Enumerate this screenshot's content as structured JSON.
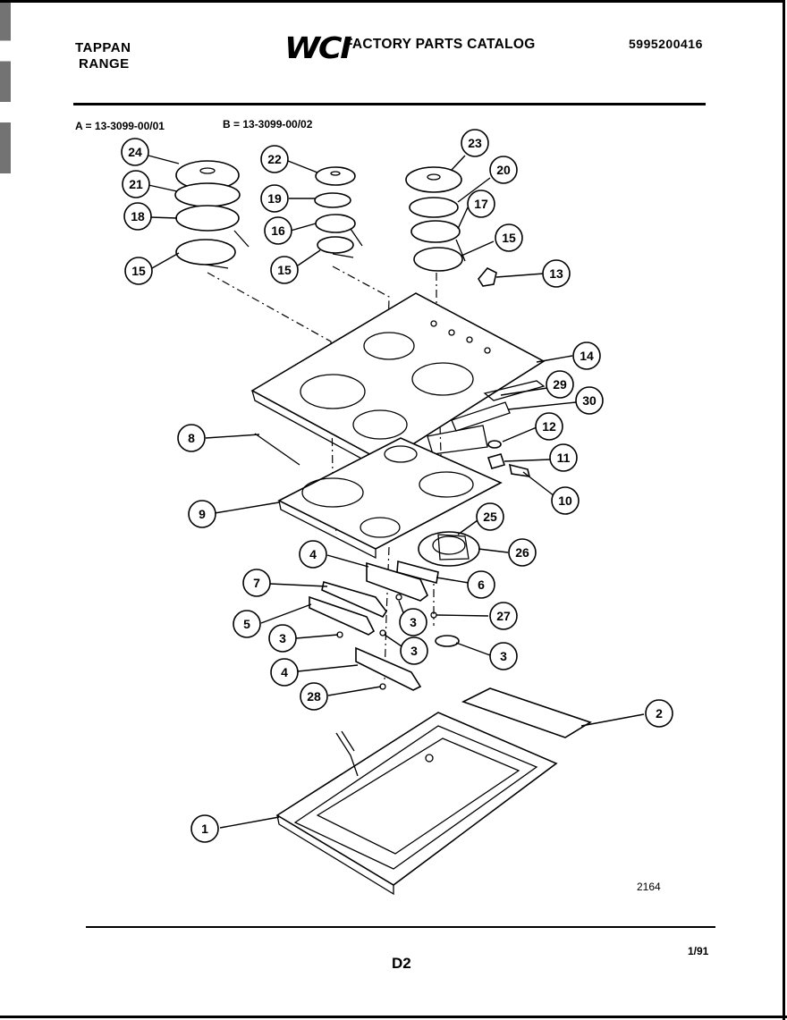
{
  "header": {
    "brand": "TAPPAN",
    "product": "RANGE",
    "logo": "WCI",
    "catalog_title": "FACTORY PARTS CATALOG",
    "catalog_number": "5995200416"
  },
  "models": {
    "a": "A = 13-3099-00/01",
    "b": "B = 13-3099-00/02"
  },
  "callouts": [
    "24",
    "21",
    "18",
    "15",
    "22",
    "19",
    "16",
    "15",
    "23",
    "20",
    "17",
    "15",
    "13",
    "14",
    "29",
    "30",
    "12",
    "11",
    "10",
    "8",
    "9",
    "25",
    "26",
    "4",
    "6",
    "7",
    "3",
    "27",
    "5",
    "3",
    "3",
    "4",
    "3",
    "28",
    "2",
    "1"
  ],
  "footer": {
    "illustration_number": "2164",
    "page_code": "D2",
    "date": "1/91"
  }
}
